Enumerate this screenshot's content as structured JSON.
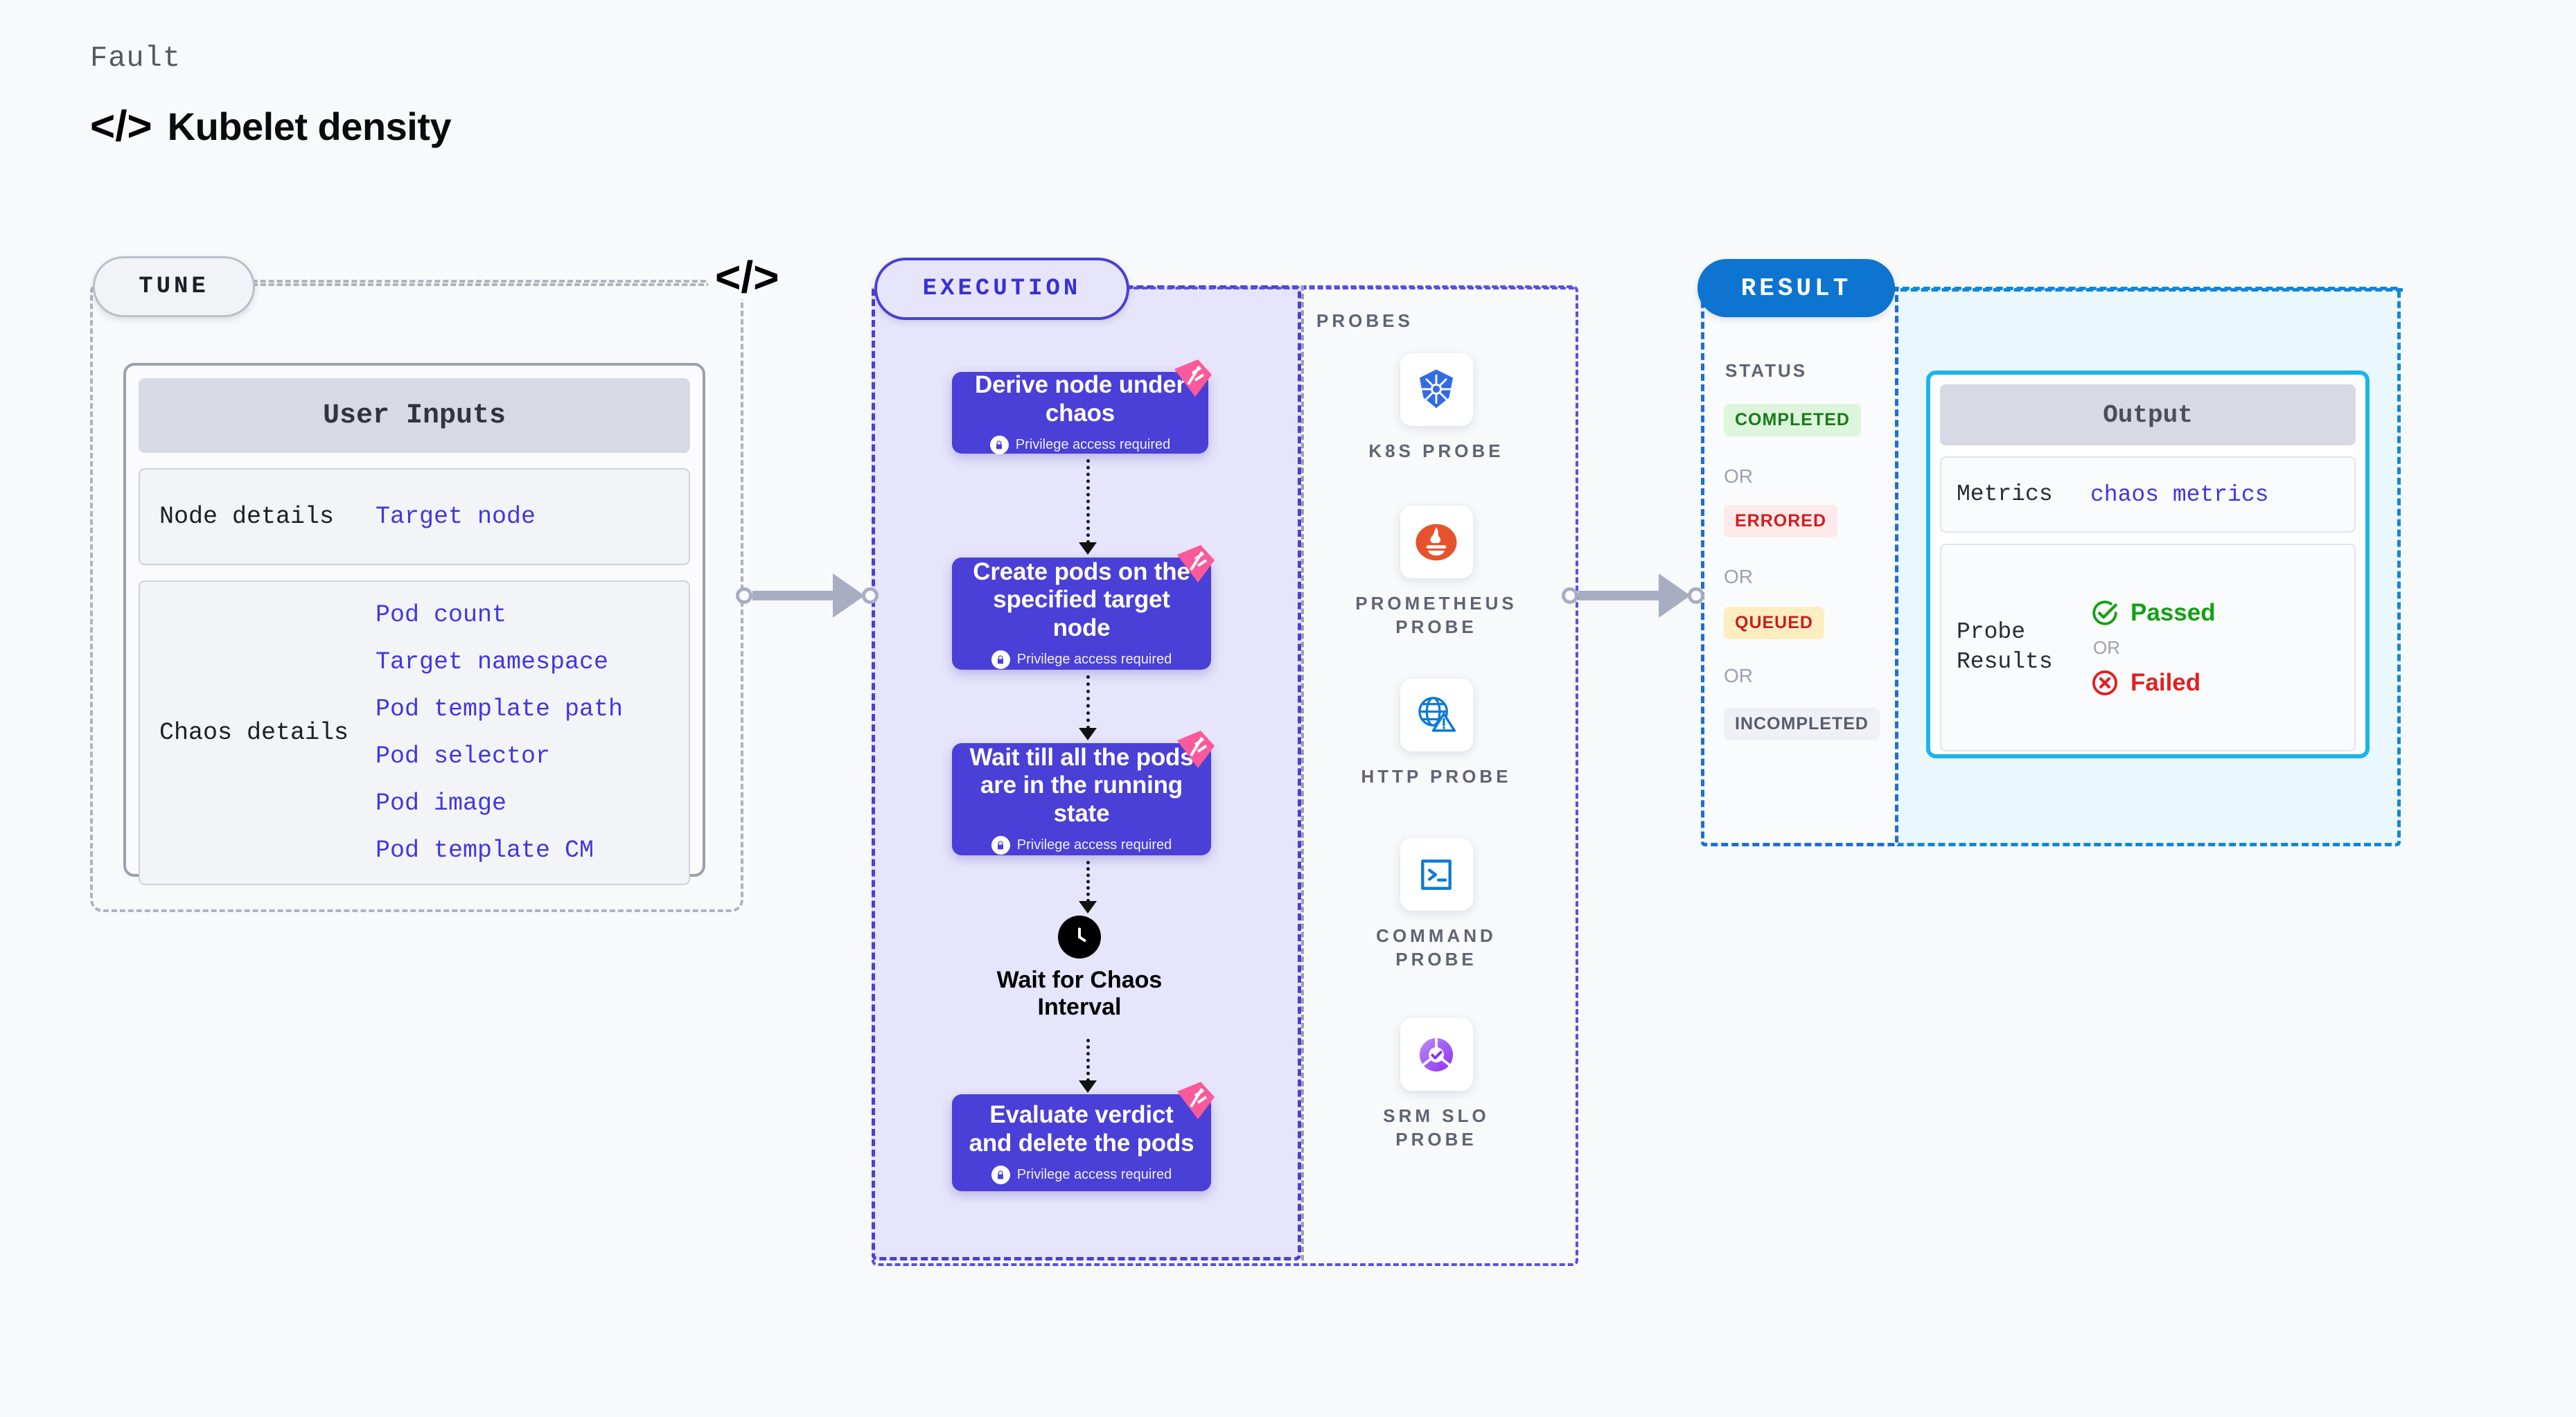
{
  "header": {
    "eyebrow": "Fault",
    "code_icon": "</>",
    "title": "Kubelet density"
  },
  "tune": {
    "pill_label": "TUNE",
    "code_icon": "</>",
    "card_title": "User Inputs",
    "groups": [
      {
        "label": "Node details",
        "values": [
          "Target node"
        ]
      },
      {
        "label": "Chaos details",
        "values": [
          "Pod count",
          "Target namespace",
          "Pod template path",
          "Pod selector",
          "Pod image",
          "Pod template CM"
        ]
      }
    ]
  },
  "execution": {
    "pill_label": "EXECUTION",
    "privilege_text": "Privilege access required",
    "nodes": [
      {
        "title": "Derive node under chaos",
        "sub": "Privilege access required"
      },
      {
        "title": "Create pods on the specified target node",
        "sub": "Privilege access required"
      },
      {
        "title": "Wait till all the pods are in the running state",
        "sub": "Privilege access required"
      },
      {
        "title": "Evaluate verdict and delete the pods",
        "sub": "Privilege access required"
      }
    ],
    "wait_step": {
      "label": "Wait for Chaos Interval",
      "icon": "clock-icon"
    }
  },
  "probes": {
    "title": "PROBES",
    "items": [
      {
        "label": "K8S PROBE",
        "icon": "kubernetes-icon"
      },
      {
        "label": "PROMETHEUS PROBE",
        "icon": "prometheus-icon"
      },
      {
        "label": "HTTP PROBE",
        "icon": "globe-warning-icon"
      },
      {
        "label": "COMMAND PROBE",
        "icon": "terminal-icon"
      },
      {
        "label": "SRM SLO PROBE",
        "icon": "slo-gauge-icon"
      }
    ]
  },
  "result": {
    "pill_label": "RESULT",
    "status_title": "STATUS",
    "or_text": "OR",
    "statuses": [
      {
        "label": "COMPLETED",
        "color": "#1a7a1a",
        "bg": "#dcf5dc"
      },
      {
        "label": "ERRORED",
        "color": "#cc1f1f",
        "bg": "#fdeaea"
      },
      {
        "label": "QUEUED",
        "color": "#c81f1f",
        "bg": "#fdeec2"
      },
      {
        "label": "INCOMPLETED",
        "color": "#565c6b",
        "bg": "#f0f1f6"
      }
    ],
    "output": {
      "title": "Output",
      "metrics_label": "Metrics",
      "metrics_value": "chaos metrics",
      "probe_results_label": "Probe Results",
      "passed_label": "Passed",
      "failed_label": "Failed",
      "or_text": "OR"
    }
  },
  "colors": {
    "background": "#f8f9fb",
    "execution_purple": "#4a3fd6",
    "execution_bg": "#e6e5fb",
    "result_blue": "#0d74cf",
    "output_border": "#19b5ec",
    "link_indigo": "#4236e0",
    "ribbon_pink": "#fa5a9a"
  }
}
